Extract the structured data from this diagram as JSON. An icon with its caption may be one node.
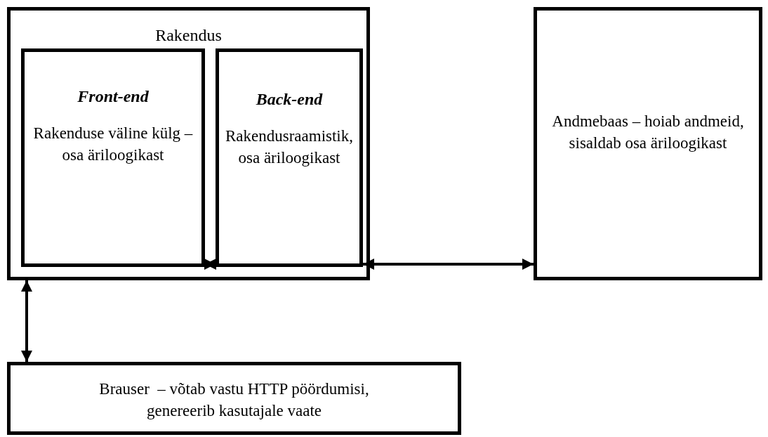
{
  "diagram": {
    "nodes": [
      {
        "text": [
          "Rakendus"
        ]
      },
      {
        "text": [
          "Front-end",
          "Rakenduse väline külg – osa äriloogikast"
        ],
        "in": 0
      },
      {
        "text": [
          "Back-end",
          "Rakendusraamistik, osa äriloogikast"
        ],
        "in": 0
      },
      {
        "text": [
          "Andmebaas – hoiab andmeid, sisaldab osa äriloogikast"
        ]
      },
      {
        "text": [
          "Brauser  – võtab vastu HTTP pöördumisi, genereerib kasutajale vaate"
        ]
      }
    ],
    "edges": [
      {
        "from": 1,
        "to": 2,
        "arrow": "both"
      },
      {
        "from": 2,
        "to": 3,
        "arrow": "both"
      },
      {
        "from": 0,
        "to": 4,
        "arrow": "both"
      }
    ]
  }
}
